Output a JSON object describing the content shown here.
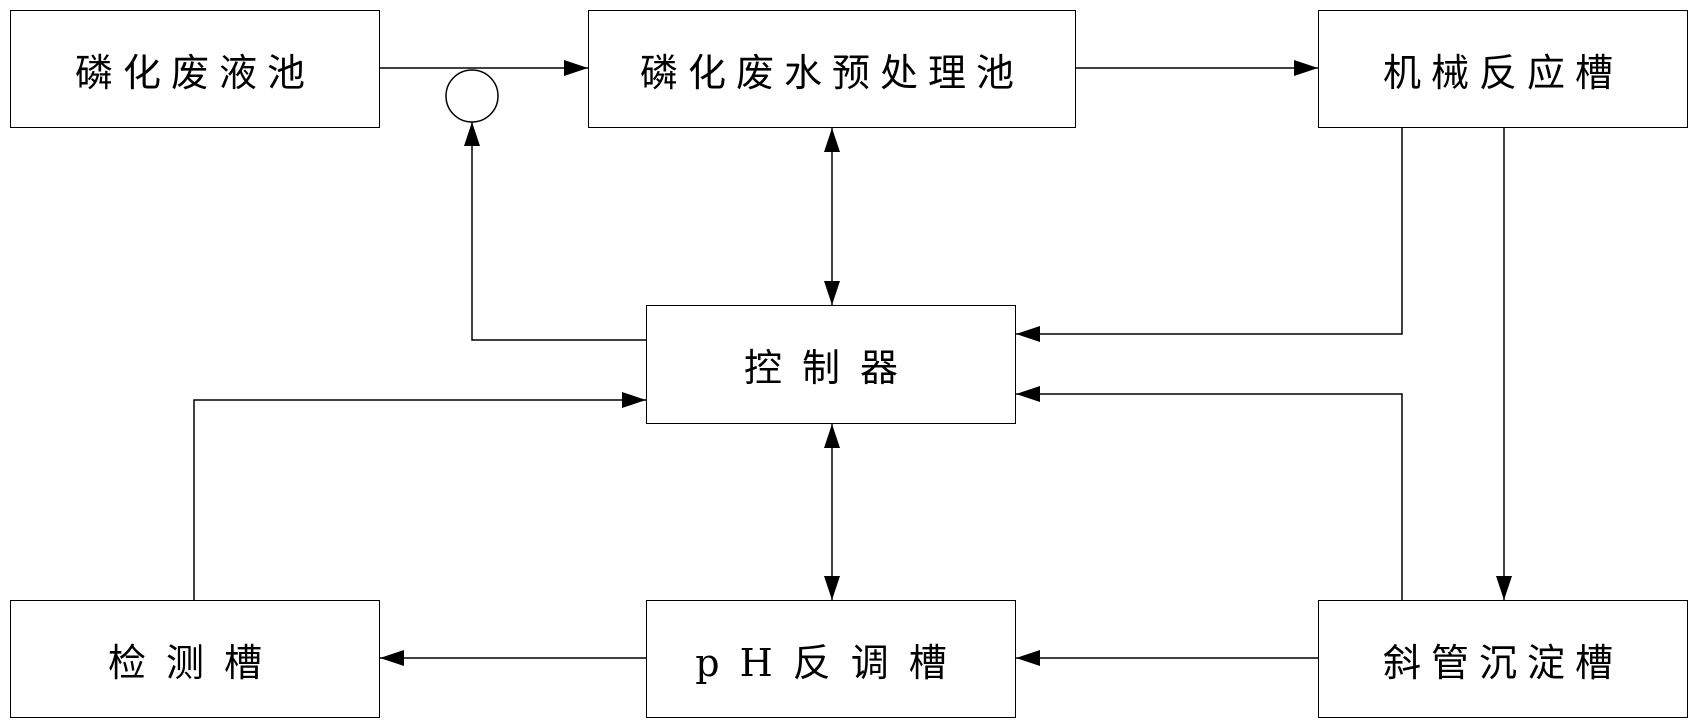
{
  "nodes": {
    "phosphating_waste_pool": "磷化废液池",
    "pretreatment_pool": "磷化废水预处理池",
    "mechanical_reaction_tank": "机械反应槽",
    "controller": "控制器",
    "detection_tank": "检测槽",
    "ph_adjust_tank": "pH反调槽",
    "inclined_tube_settler": "斜管沉淀槽"
  },
  "colors": {
    "line": "#000000",
    "background": "#ffffff"
  }
}
